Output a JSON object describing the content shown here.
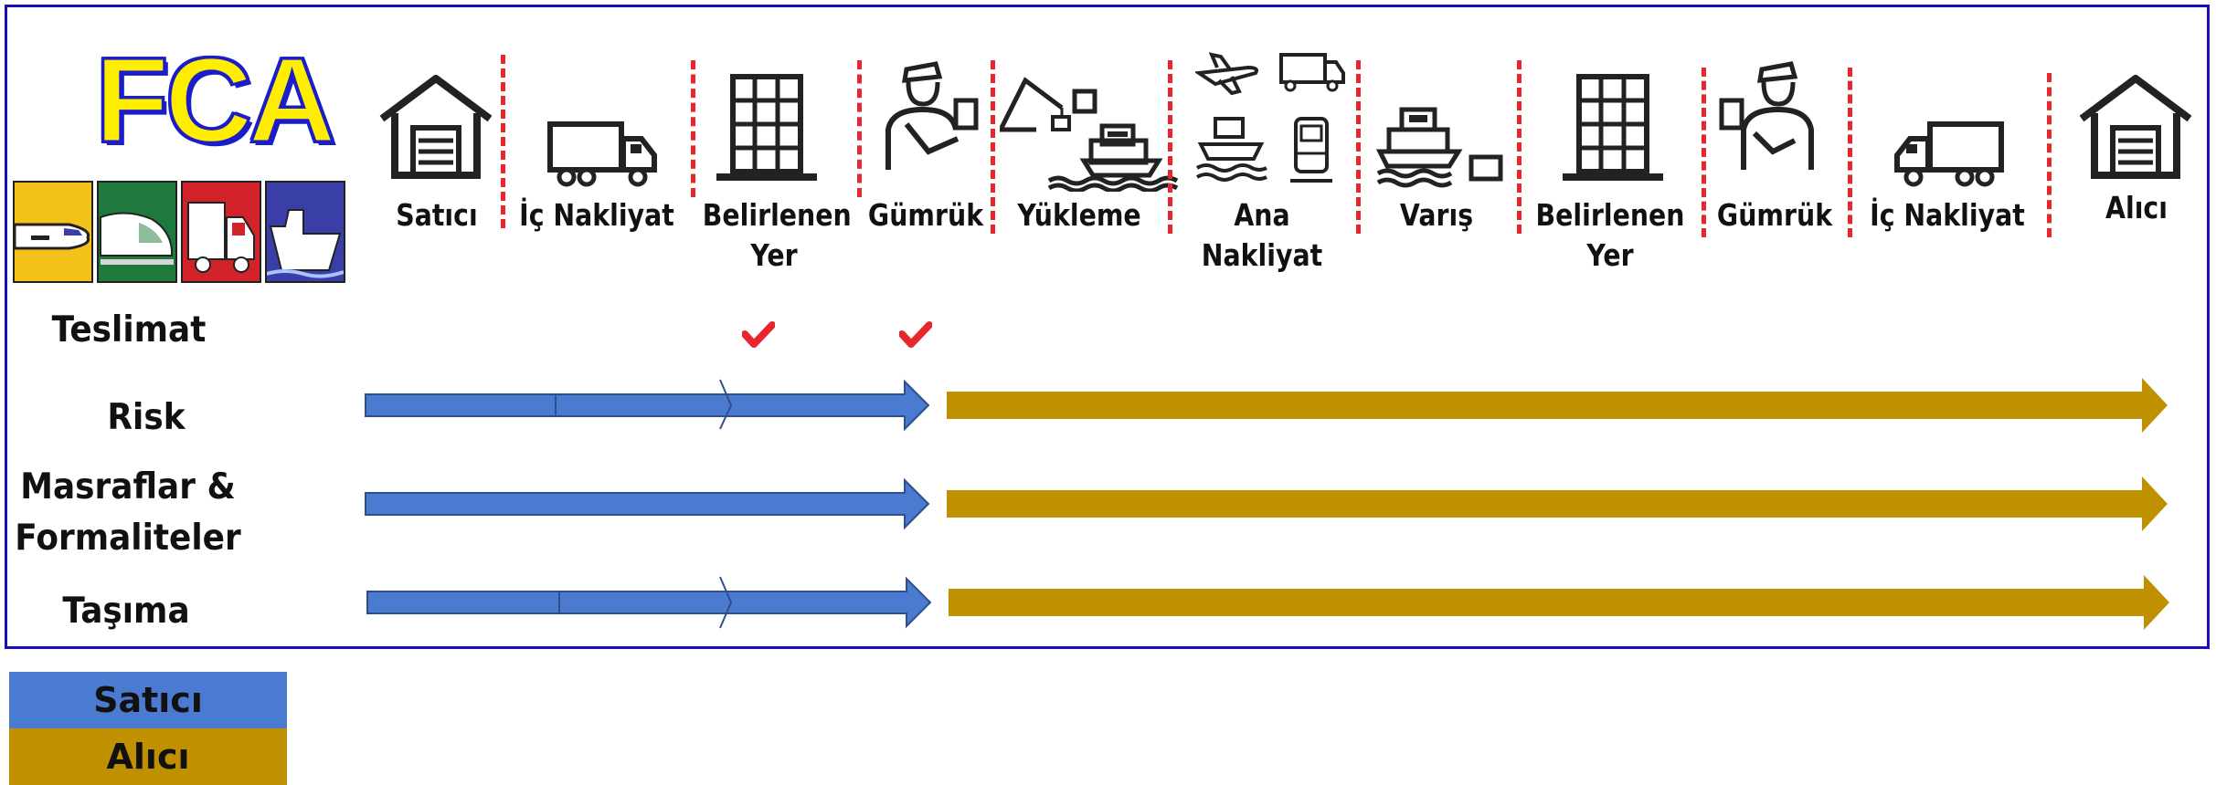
{
  "title": "FCA",
  "modes": [
    {
      "icon": "airplane-icon",
      "color": "#f2c21b"
    },
    {
      "icon": "train-icon",
      "color": "#1e7a3c"
    },
    {
      "icon": "truck-icon",
      "color": "#d2232a"
    },
    {
      "icon": "ship-icon",
      "color": "#3a3fa8"
    }
  ],
  "steps": [
    {
      "label": "Satıcı",
      "icon": "warehouse-icon"
    },
    {
      "label": "İç Nakliyat",
      "icon": "truck-icon"
    },
    {
      "label": "Belirlenen\nYer",
      "icon": "building-icon"
    },
    {
      "label": "Gümrük",
      "icon": "customs-officer-icon"
    },
    {
      "label": "Yükleme",
      "icon": "crane-ship-icon"
    },
    {
      "label": "Ana\nNakliyat",
      "icon": "multimodal-transport-icon"
    },
    {
      "label": "Varış",
      "icon": "ship-arrival-icon"
    },
    {
      "label": "Belirlenen\nYer",
      "icon": "building-icon"
    },
    {
      "label": "Gümrük",
      "icon": "customs-officer-icon"
    },
    {
      "label": "İç Nakliyat",
      "icon": "truck-icon"
    },
    {
      "label": "Alıcı",
      "icon": "warehouse-icon"
    }
  ],
  "rows": [
    {
      "label": "Teslimat",
      "seller_until_step": 3,
      "marks": [
        "checkmark-icon",
        "checkmark-icon"
      ]
    },
    {
      "label": "Risk",
      "seller_until_step": 3
    },
    {
      "label": "Masraflar &\nFormaliteler",
      "seller_until_step": 3
    },
    {
      "label": "Taşıma",
      "seller_until_step": 3
    }
  ],
  "legend": [
    {
      "label": "Satıcı",
      "color": "#4a7bd0"
    },
    {
      "label": "Alıcı",
      "color": "#bf9000"
    }
  ],
  "colors": {
    "seller": "#4a7bd0",
    "buyer": "#bf9000",
    "frame": "#1a0fbf",
    "divider": "#e8262d",
    "check": "#e8262d"
  }
}
